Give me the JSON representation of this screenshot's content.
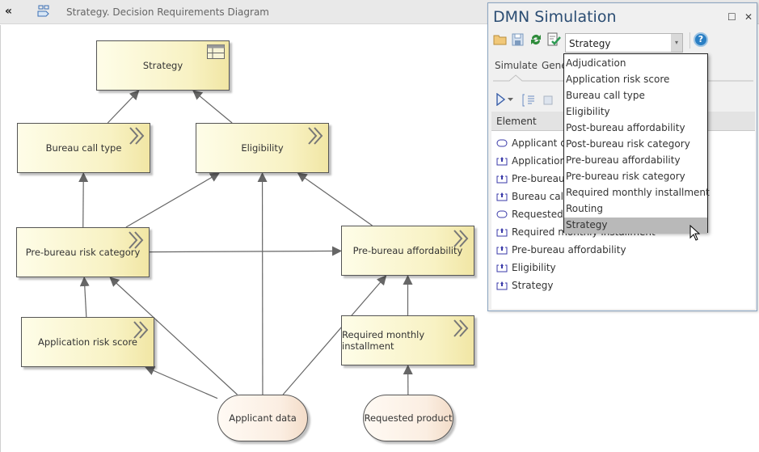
{
  "diagram_header": {
    "collapse_icon": "double-chevron-left-icon",
    "diagram_icon": "dmn-diagram-icon",
    "title": "Strategy.  Decision Requirements Diagram"
  },
  "diagram": {
    "nodes": [
      {
        "id": "strategy",
        "label": "Strategy",
        "type": "decision",
        "icon": "decision-table-icon"
      },
      {
        "id": "bureau-call-type",
        "label": "Bureau call type",
        "type": "decision",
        "icon": "expression-icon"
      },
      {
        "id": "eligibility",
        "label": "Eligibility",
        "type": "decision",
        "icon": "expression-icon"
      },
      {
        "id": "pre-bureau-risk-category",
        "label": "Pre-bureau risk category",
        "type": "decision",
        "icon": "expression-icon"
      },
      {
        "id": "pre-bureau-affordability",
        "label": "Pre-bureau affordability",
        "type": "decision",
        "icon": "expression-icon"
      },
      {
        "id": "application-risk-score",
        "label": "Application risk score",
        "type": "decision",
        "icon": "expression-icon"
      },
      {
        "id": "required-monthly-installment",
        "label": "Required monthly installment",
        "type": "decision",
        "icon": "expression-icon"
      },
      {
        "id": "applicant-data",
        "label": "Applicant data",
        "type": "input"
      },
      {
        "id": "requested-product",
        "label": "Requested product",
        "type": "input"
      }
    ],
    "edges": [
      {
        "from": "bureau-call-type",
        "to": "strategy"
      },
      {
        "from": "eligibility",
        "to": "strategy"
      },
      {
        "from": "pre-bureau-risk-category",
        "to": "bureau-call-type"
      },
      {
        "from": "pre-bureau-risk-category",
        "to": "eligibility"
      },
      {
        "from": "pre-bureau-risk-category",
        "to": "pre-bureau-affordability"
      },
      {
        "from": "pre-bureau-affordability",
        "to": "eligibility"
      },
      {
        "from": "application-risk-score",
        "to": "pre-bureau-risk-category"
      },
      {
        "from": "applicant-data",
        "to": "application-risk-score"
      },
      {
        "from": "applicant-data",
        "to": "pre-bureau-risk-category"
      },
      {
        "from": "applicant-data",
        "to": "eligibility"
      },
      {
        "from": "applicant-data",
        "to": "pre-bureau-affordability"
      },
      {
        "from": "required-monthly-installment",
        "to": "pre-bureau-affordability"
      },
      {
        "from": "requested-product",
        "to": "required-monthly-installment"
      }
    ]
  },
  "panel": {
    "title": "DMN Simulation",
    "maximize_icon": "maximize-icon",
    "close_icon": "close-icon",
    "toolbar": {
      "open_icon": "folder-icon",
      "save_icon": "save-icon",
      "refresh_icon": "refresh-icon",
      "validate_icon": "validate-icon",
      "help_icon": "help-icon",
      "help_glyph": "?"
    },
    "combo": {
      "value": "Strategy",
      "arrow": "▾"
    },
    "tabs": [
      {
        "label": "Simulate",
        "active": true
      },
      {
        "label": "Generate"
      }
    ],
    "sim_toolbar": {
      "run_icon": "play-icon",
      "run_dropdown_icon": "chevron-down-icon",
      "step_icon": "step-into-icon",
      "stop_icon": "stop-icon"
    },
    "element_header": "Element",
    "elements": [
      {
        "label": "Applicant data",
        "icon": "input-data-icon"
      },
      {
        "label": "Application risk score",
        "icon": "decision-icon"
      },
      {
        "label": "Pre-bureau risk category",
        "icon": "decision-icon"
      },
      {
        "label": "Bureau call type",
        "icon": "decision-icon"
      },
      {
        "label": "Requested product",
        "icon": "input-data-icon"
      },
      {
        "label": "Required monthly installment",
        "icon": "decision-icon"
      },
      {
        "label": "Pre-bureau affordability",
        "icon": "decision-icon"
      },
      {
        "label": "Eligibility",
        "icon": "decision-icon"
      },
      {
        "label": "Strategy",
        "icon": "decision-icon"
      }
    ]
  },
  "dropdown": {
    "options": [
      "Adjudication",
      "Application risk score",
      "Bureau call type",
      "Eligibility",
      "Post-bureau affordability",
      "Post-bureau risk category",
      "Pre-bureau affordability",
      "Pre-bureau risk category",
      "Required monthly installment",
      "Routing",
      "Strategy"
    ],
    "selected": "Strategy"
  },
  "colors": {
    "decision_fill": "#f8f2c4",
    "input_fill": "#fbeee2",
    "panel_title": "#2b4d73",
    "accent_icon": "#3a3aa8"
  }
}
